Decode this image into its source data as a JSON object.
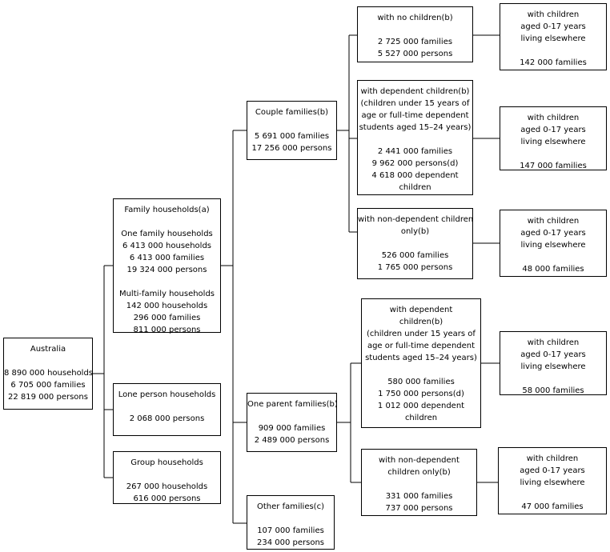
{
  "nodes": {
    "australia": {
      "lines": [
        "Australia",
        "",
        "8 890 000 households",
        "6 705 000 families",
        "22 819 000 persons"
      ]
    },
    "family_households": {
      "lines": [
        "Family households(a)",
        "",
        "One family households",
        "6 413 000 households",
        "6 413 000 families",
        "19 324 000  persons",
        "",
        "Multi-family households",
        "142 000 households",
        "296 000 families",
        "811 000 persons"
      ]
    },
    "lone_person": {
      "lines": [
        "Lone person households",
        "",
        "2 068 000 persons"
      ]
    },
    "group_households": {
      "lines": [
        "Group households",
        "",
        "267 000 households",
        "616 000 persons"
      ]
    },
    "couple_families": {
      "lines": [
        "Couple families(b)",
        "",
        "5 691 000 families",
        "17 256 000 persons"
      ]
    },
    "one_parent": {
      "lines": [
        "One parent families(b)",
        "",
        "909 000 families",
        "2 489 000 persons"
      ]
    },
    "other_families": {
      "lines": [
        "Other families(c)",
        "",
        "107 000 families",
        "234 000 persons"
      ]
    },
    "couple_no_children": {
      "lines": [
        "with no children(b)",
        "",
        "2 725 000 families",
        "5 527 000 persons"
      ]
    },
    "couple_dependent": {
      "lines": [
        "with dependent children(b)",
        "(children under 15 years of",
        "age or full-time dependent",
        "students aged 15–24 years)",
        "",
        "2 441 000 families",
        "9 962 000 persons(d)",
        "4 618 000 dependent",
        "children"
      ]
    },
    "couple_nondependent": {
      "lines": [
        "with non-dependent children",
        "only(b)",
        "",
        "526 000 families",
        "1 765 000 persons"
      ]
    },
    "parent_dependent": {
      "lines": [
        "with dependent",
        "children(b)",
        "(children under 15 years of",
        "age or full-time dependent",
        "students aged 15–24 years)",
        "",
        "580 000 families",
        "1 750 000 persons(d)",
        "1 012 000 dependent",
        "children"
      ]
    },
    "parent_nondependent": {
      "lines": [
        "with non-dependent",
        "children only(b)",
        "",
        "331 000 families",
        "737 000 persons"
      ]
    },
    "elsewhere_1": {
      "lines": [
        "with children",
        "aged 0-17 years",
        "living elsewhere",
        "",
        "142 000 families"
      ]
    },
    "elsewhere_2": {
      "lines": [
        "with children",
        "aged 0-17 years",
        "living elsewhere",
        "",
        "147 000 families"
      ]
    },
    "elsewhere_3": {
      "lines": [
        "with children",
        "aged 0-17 years",
        "living elsewhere",
        "",
        "48 000 families"
      ]
    },
    "elsewhere_4": {
      "lines": [
        "with children",
        "aged 0-17 years",
        "living elsewhere",
        "",
        "58 000 families"
      ]
    },
    "elsewhere_5": {
      "lines": [
        "with children",
        "aged 0-17 years",
        "living elsewhere",
        "",
        "47 000 families"
      ]
    }
  }
}
